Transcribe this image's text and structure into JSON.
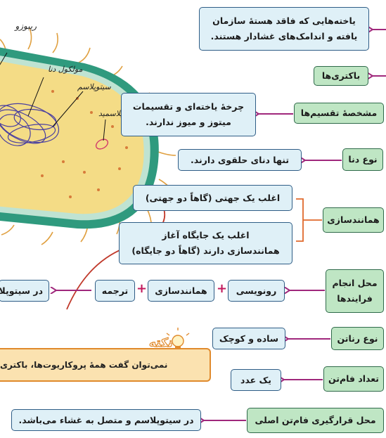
{
  "diagram": {
    "cell_labels": {
      "ribosome": "ریبوزو",
      "dna_molecule": "مولکول دنا",
      "cytoplasm": "سیتوپلاسم",
      "plasmid": "پلاسمید"
    },
    "top_box": {
      "line1": "یاخته‌هایی که فاقد هستهٔ سازمان",
      "line2": "یافته و اندامک‌های غشادار هستند."
    },
    "bacteria_box": "باکتری‌ها",
    "rows": {
      "division": {
        "label": "مشخصهٔ تقسیم‌ها",
        "line1": "چرخهٔ یاخته‌ای و تقسیمات",
        "line2": "میتوز و میوز ندارند."
      },
      "dna_type": {
        "label": "نوع دنا",
        "text": "تنها دنای حلقوی دارند."
      },
      "replication": {
        "label": "همانندسازی",
        "item1": "اغلب یک جهتی (گاهاً دو جهتی)",
        "item2_line1": "اغلب یک جایگاه آغاز",
        "item2_line2": "همانندسازی دارند (گاهاً دو جایگاه)"
      },
      "processes": {
        "label_line1": "محل انجام",
        "label_line2": "فرایندها",
        "transcription": "رونویسی",
        "replication": "همانندسازی",
        "translation": "ترجمه",
        "plus": "+",
        "location": "در سیتوپلا"
      },
      "rna_pol": {
        "label": "نوع رناتن",
        "text": "ساده و کوچک"
      },
      "chromosome_count": {
        "label": "تعداد فام‌تن",
        "text": "یک عدد"
      },
      "chromosome_location": {
        "label": "محل قرارگیری فام‌تن اصلی",
        "text": "در سیتوپلاسم و متصل به غشاء می‌باشد."
      }
    },
    "note": {
      "title": "نکته",
      "text": "نمی‌توان گفت همهٔ پروکاریوت‌ها، باکتری"
    }
  },
  "colors": {
    "box_fill": "#dff0f7",
    "box_border": "#2f5d86",
    "label_fill": "#bfe6c4",
    "arrow": "#a0287c",
    "bracket": "#e06a2c",
    "note_fill": "#fbe2b0"
  }
}
